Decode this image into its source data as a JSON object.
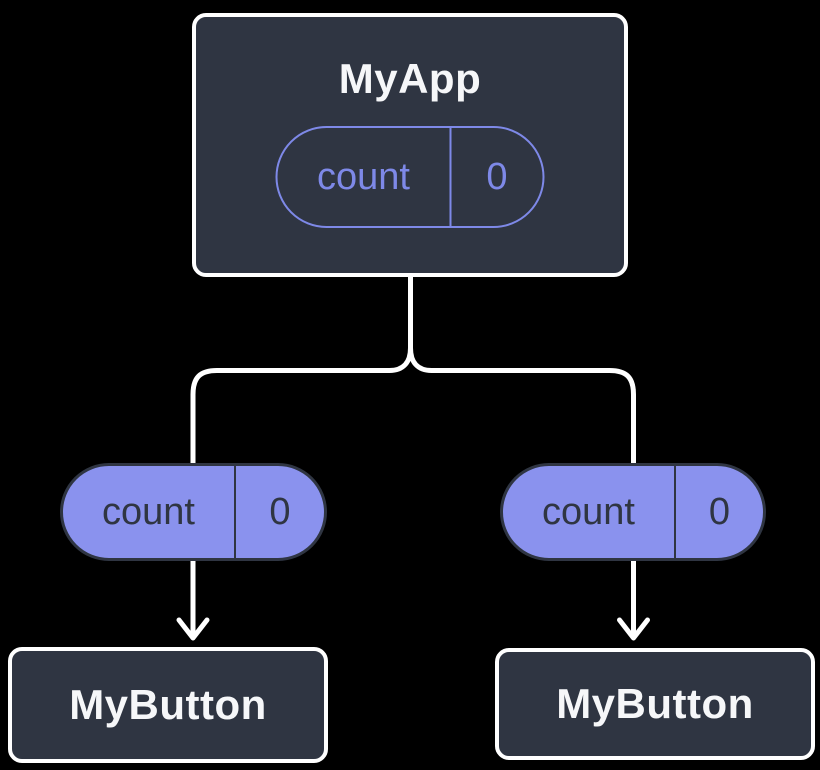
{
  "diagram": {
    "description": "Component tree diagram showing shared state lifted to a parent component",
    "background_color": "#000000",
    "colors": {
      "node_fill": "#2F3542",
      "node_border": "#FFFFFF",
      "node_text": "#F6F7F9",
      "state_pill_outline": "#7E89E8",
      "prop_pill_fill": "#8A92EE",
      "prop_pill_text": "#2F3542",
      "connector": "#FFFFFF"
    },
    "root": {
      "title": "MyApp",
      "state": {
        "label": "count",
        "value": "0"
      }
    },
    "children": [
      {
        "title": "MyButton",
        "prop": {
          "label": "count",
          "value": "0"
        }
      },
      {
        "title": "MyButton",
        "prop": {
          "label": "count",
          "value": "0"
        }
      }
    ]
  }
}
